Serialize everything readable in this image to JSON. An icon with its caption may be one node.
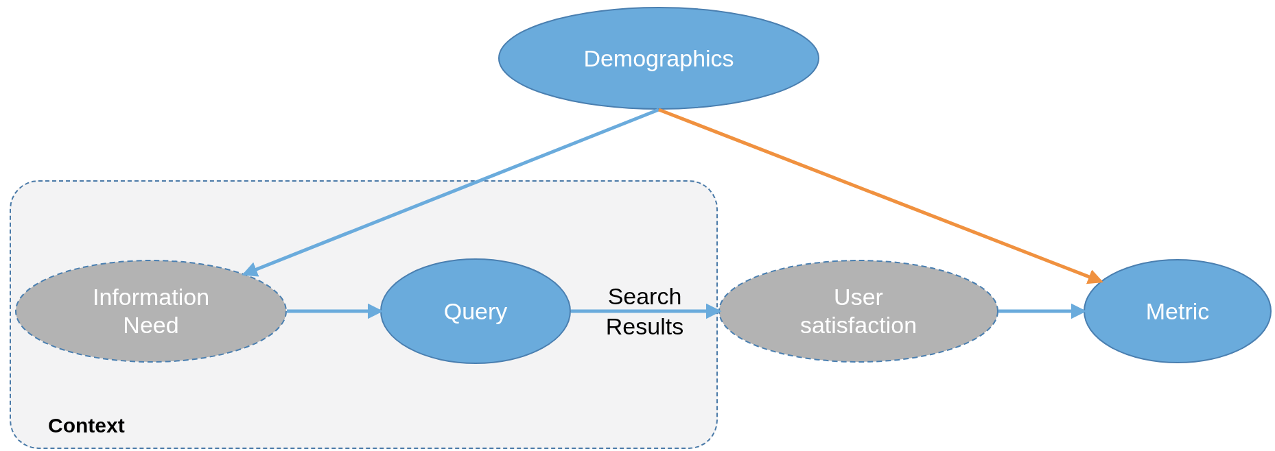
{
  "diagram": {
    "nodes": [
      {
        "text": [
          "Demographics"
        ]
      },
      {
        "text": [
          "Context"
        ]
      },
      {
        "text": [
          "Information Need"
        ],
        "in": 1
      },
      {
        "text": [
          "Query"
        ],
        "in": 1
      },
      {
        "text": [
          "User satisfaction"
        ]
      },
      {
        "text": [
          "Metric"
        ]
      }
    ],
    "edges": [
      {
        "from": 0,
        "to": 2,
        "arrow": "to"
      },
      {
        "from": 0,
        "to": 5,
        "arrow": "to",
        "color": "#f0913f"
      },
      {
        "from": 2,
        "to": 3,
        "arrow": "to"
      },
      {
        "from": 3,
        "to": 4,
        "arrow": "to",
        "label": "Search Results"
      },
      {
        "from": 4,
        "to": 5,
        "arrow": "to"
      }
    ]
  }
}
